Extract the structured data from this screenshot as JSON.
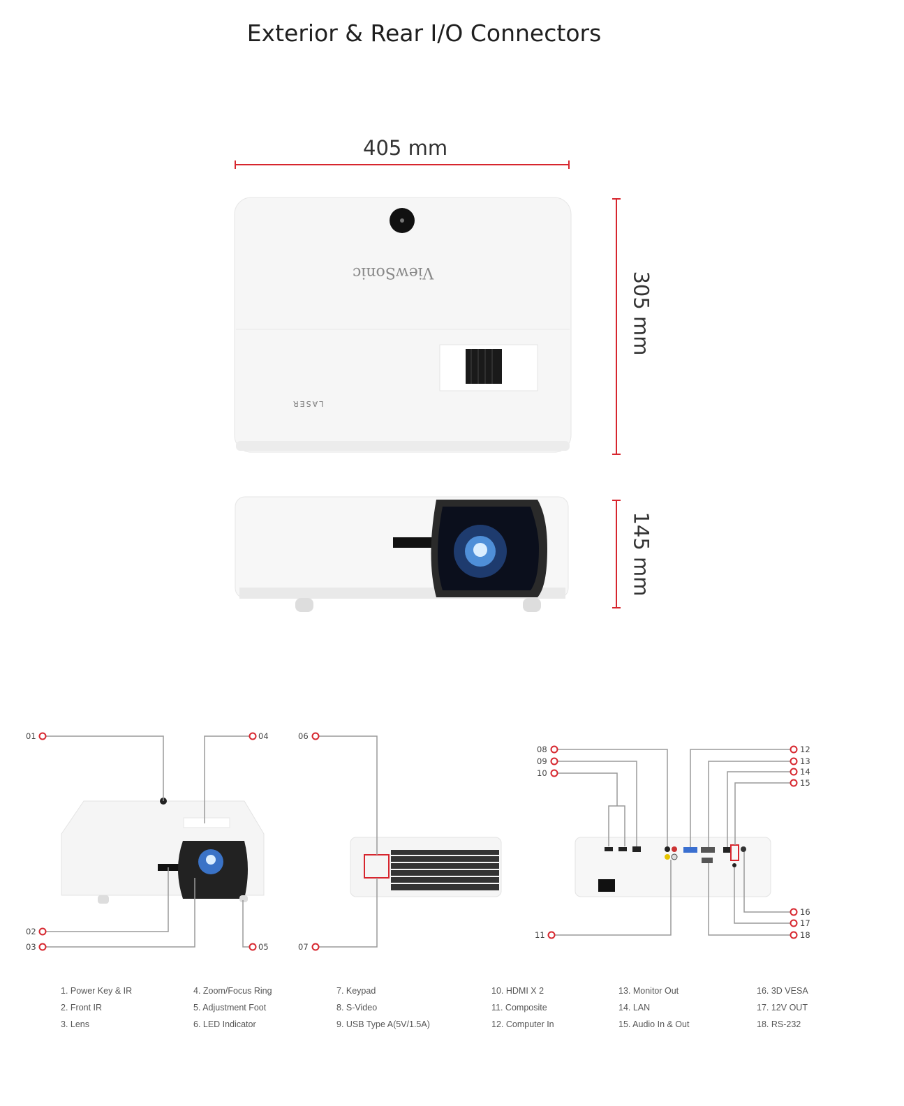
{
  "title": "Exterior & Rear I/O Connectors",
  "dimensions": {
    "width": "405 mm",
    "depth": "305 mm",
    "height": "145 mm"
  },
  "brand": "ViewSonic",
  "laser_mark": "LASER",
  "callouts": [
    "01",
    "02",
    "03",
    "04",
    "05",
    "06",
    "07",
    "08",
    "09",
    "10",
    "11",
    "12",
    "13",
    "14",
    "15",
    "16",
    "17",
    "18"
  ],
  "legend": [
    [
      "1. Power Key & IR",
      "2. Front IR",
      "3. Lens"
    ],
    [
      "4. Zoom/Focus Ring",
      "5. Adjustment Foot",
      "6. LED Indicator"
    ],
    [
      "7. Keypad",
      "8. S-Video",
      "9. USB Type A(5V/1.5A)"
    ],
    [
      "10. HDMI X 2",
      "11. Composite",
      "12. Computer In"
    ],
    [
      "13. Monitor Out",
      "14. LAN",
      "15. Audio In & Out"
    ],
    [
      "16. 3D VESA",
      "17. 12V OUT",
      "18. RS-232"
    ]
  ],
  "colors": {
    "accent": "#d7262e",
    "leader": "#9a9a9a"
  }
}
